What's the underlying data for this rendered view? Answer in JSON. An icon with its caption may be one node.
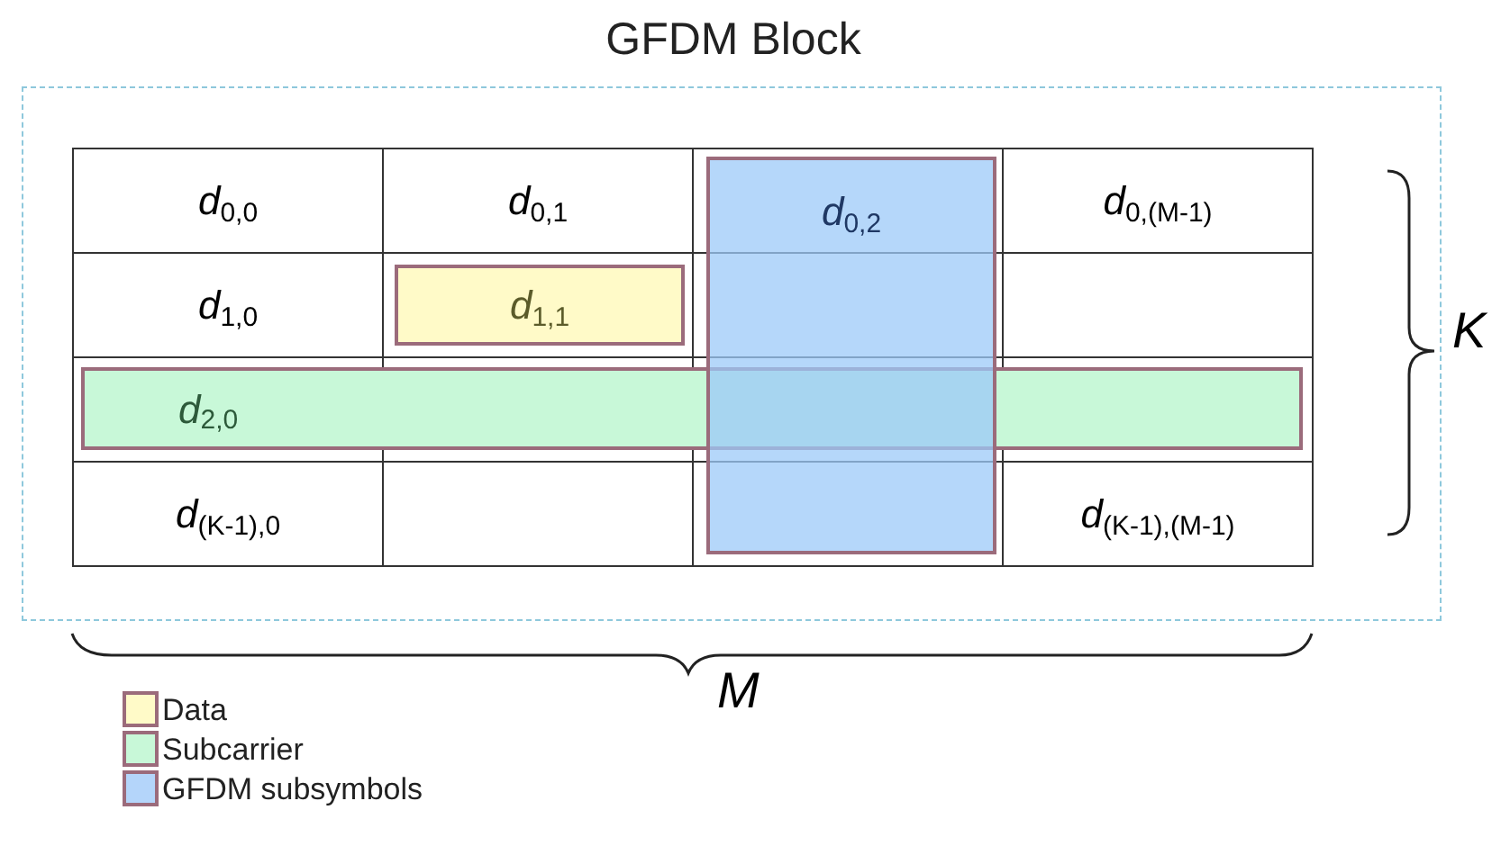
{
  "diagram": {
    "nodes": [
      {
        "text": [
          "GFDM Block"
        ]
      },
      {
        "text": [
          "*d*$_{1,1}$"
        ],
        "in": 0
      },
      {
        "text": [
          "*d*$_{2,0}$"
        ],
        "in": 0
      },
      {
        "text": [
          "*d*$_{0,2}$"
        ],
        "in": 0
      }
    ],
    "labels": [
      "*d*$_{0,0}$",
      "*d*$_{0,1}$",
      "*d*$_{0,(M-1)}$",
      "*d*$_{1,0}$",
      "K",
      "*d*$_{(K-1),0}$",
      "*d*$_{(K-1),(M-1)}$",
      "M"
    ],
    "legend": [
      {
        "text": "Data",
        "color": "#fffac8"
      },
      {
        "text": "Subcarrier",
        "color": "#c8f8d8"
      },
      {
        "text": "GFDM subsymbols",
        "color": "#b4d5fa"
      }
    ]
  }
}
